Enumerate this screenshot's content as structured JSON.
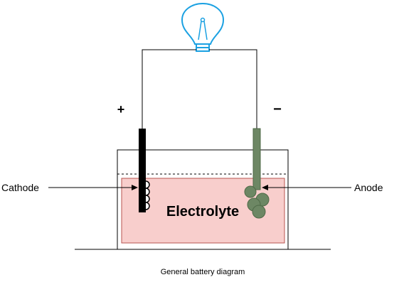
{
  "diagram": {
    "plus_sign": "+",
    "minus_sign": "−",
    "cathode_label": "Cathode",
    "anode_label": "Anode",
    "electrolyte_label": "Electrolyte",
    "caption": "General battery diagram",
    "icons": {
      "bulb": "light-bulb-icon"
    },
    "colors": {
      "electrolyte_fill": "#F8CECC",
      "electrolyte_stroke": "#B85450",
      "anode": "#6D8764",
      "cathode": "#000000",
      "bulb": "#1BA1E2"
    }
  }
}
